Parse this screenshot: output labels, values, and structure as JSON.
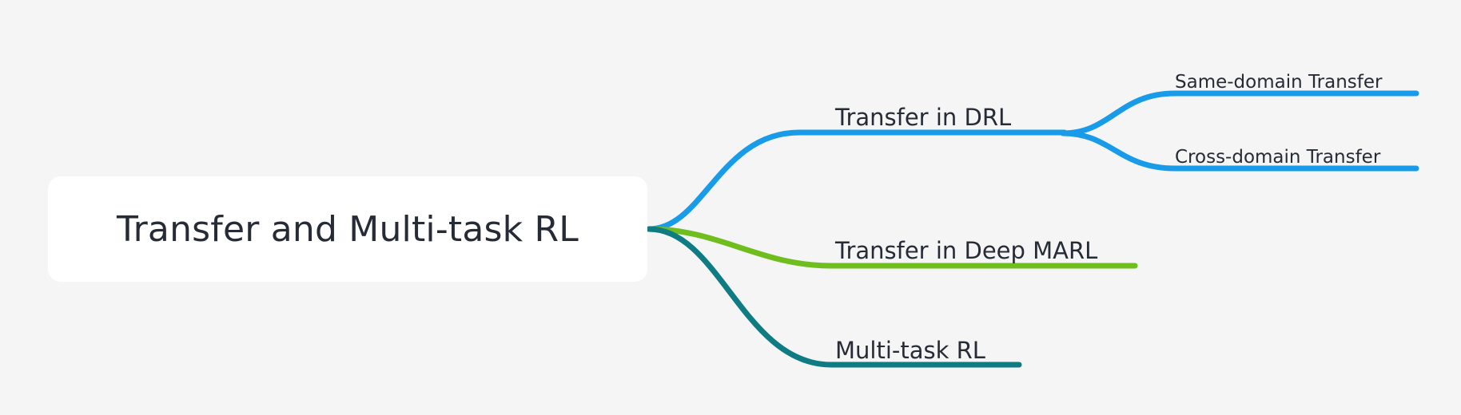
{
  "diagram": {
    "type": "mindmap",
    "title": "Transfer and Multi-task RL",
    "background_color": "#f5f5f5",
    "root": {
      "id": "root",
      "label": "Transfer and Multi-task RL",
      "box_color": "#ffffff",
      "text_color": "#262b36"
    },
    "branches": [
      {
        "id": "transfer-in-drl",
        "label": "Transfer in DRL",
        "color": "#189be8",
        "children": [
          {
            "id": "same-domain-transfer",
            "label": "Same-domain Transfer",
            "color": "#189be8"
          },
          {
            "id": "cross-domain-transfer",
            "label": "Cross-domain Transfer",
            "color": "#189be8"
          }
        ]
      },
      {
        "id": "transfer-in-deep-marl",
        "label": "Transfer in Deep MARL",
        "color": "#6fbe1e",
        "children": []
      },
      {
        "id": "multi-task-rl",
        "label": "Multi-task RL",
        "color": "#0e7c82",
        "children": []
      }
    ]
  }
}
